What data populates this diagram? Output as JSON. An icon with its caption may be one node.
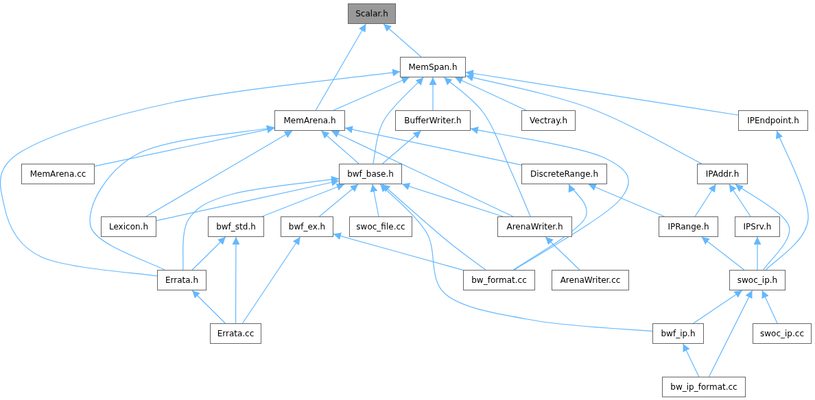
{
  "diagram": {
    "nodes": [
      {
        "text": [
          "Scalar.h"
        ]
      },
      {
        "text": [
          "MemSpan.h"
        ]
      },
      {
        "text": [
          "MemArena.h"
        ]
      },
      {
        "text": [
          "BufferWriter.h"
        ]
      },
      {
        "text": [
          "Vectray.h"
        ]
      },
      {
        "text": [
          "IPEndpoint.h"
        ]
      },
      {
        "text": [
          "MemArena.cc"
        ]
      },
      {
        "text": [
          "bwf_base.h"
        ]
      },
      {
        "text": [
          "DiscreteRange.h"
        ]
      },
      {
        "text": [
          "IPAddr.h"
        ]
      },
      {
        "text": [
          "Lexicon.h"
        ]
      },
      {
        "text": [
          "bwf_std.h"
        ]
      },
      {
        "text": [
          "bwf_ex.h"
        ]
      },
      {
        "text": [
          "swoc_file.cc"
        ]
      },
      {
        "text": [
          "ArenaWriter.h"
        ]
      },
      {
        "text": [
          "IPRange.h"
        ]
      },
      {
        "text": [
          "IPSrv.h"
        ]
      },
      {
        "text": [
          "Errata.h"
        ]
      },
      {
        "text": [
          "bw_format.cc"
        ]
      },
      {
        "text": [
          "ArenaWriter.cc"
        ]
      },
      {
        "text": [
          "swoc_ip.h"
        ]
      },
      {
        "text": [
          "Errata.cc"
        ]
      },
      {
        "text": [
          "bwf_ip.h"
        ]
      },
      {
        "text": [
          "swoc_ip.cc"
        ]
      },
      {
        "text": [
          "bw_ip_format.cc"
        ]
      }
    ],
    "edges": [
      {
        "from": 1,
        "to": 0,
        "arrow": "to"
      },
      {
        "from": 2,
        "to": 0,
        "arrow": "to"
      },
      {
        "from": 2,
        "to": 1,
        "arrow": "to"
      },
      {
        "from": 3,
        "to": 1,
        "arrow": "to"
      },
      {
        "from": 4,
        "to": 1,
        "arrow": "to"
      },
      {
        "from": 5,
        "to": 1,
        "arrow": "to"
      },
      {
        "from": 9,
        "to": 1,
        "arrow": "to"
      },
      {
        "from": 7,
        "to": 1,
        "arrow": "to"
      },
      {
        "from": 14,
        "to": 1,
        "arrow": "to"
      },
      {
        "from": 17,
        "to": 1,
        "arrow": "to"
      },
      {
        "from": 6,
        "to": 2,
        "arrow": "to"
      },
      {
        "from": 10,
        "to": 2,
        "arrow": "to"
      },
      {
        "from": 17,
        "to": 2,
        "arrow": "to"
      },
      {
        "from": 7,
        "to": 2,
        "arrow": "to"
      },
      {
        "from": 14,
        "to": 2,
        "arrow": "to"
      },
      {
        "from": 8,
        "to": 2,
        "arrow": "to"
      },
      {
        "from": 7,
        "to": 3,
        "arrow": "to"
      },
      {
        "from": 18,
        "to": 3,
        "arrow": "to"
      },
      {
        "from": 10,
        "to": 7,
        "arrow": "to"
      },
      {
        "from": 17,
        "to": 7,
        "arrow": "to"
      },
      {
        "from": 11,
        "to": 7,
        "arrow": "to"
      },
      {
        "from": 12,
        "to": 7,
        "arrow": "to"
      },
      {
        "from": 13,
        "to": 7,
        "arrow": "to"
      },
      {
        "from": 14,
        "to": 7,
        "arrow": "to"
      },
      {
        "from": 18,
        "to": 7,
        "arrow": "to"
      },
      {
        "from": 22,
        "to": 7,
        "arrow": "to"
      },
      {
        "from": 15,
        "to": 8,
        "arrow": "to"
      },
      {
        "from": 18,
        "to": 8,
        "arrow": "to"
      },
      {
        "from": 15,
        "to": 9,
        "arrow": "to"
      },
      {
        "from": 16,
        "to": 9,
        "arrow": "to"
      },
      {
        "from": 20,
        "to": 9,
        "arrow": "to"
      },
      {
        "from": 20,
        "to": 5,
        "arrow": "to"
      },
      {
        "from": 17,
        "to": 11,
        "arrow": "to"
      },
      {
        "from": 21,
        "to": 11,
        "arrow": "to"
      },
      {
        "from": 21,
        "to": 12,
        "arrow": "to"
      },
      {
        "from": 18,
        "to": 12,
        "arrow": "to"
      },
      {
        "from": 19,
        "to": 14,
        "arrow": "to"
      },
      {
        "from": 20,
        "to": 15,
        "arrow": "to"
      },
      {
        "from": 20,
        "to": 16,
        "arrow": "to"
      },
      {
        "from": 21,
        "to": 17,
        "arrow": "to"
      },
      {
        "from": 22,
        "to": 20,
        "arrow": "to"
      },
      {
        "from": 23,
        "to": 20,
        "arrow": "to"
      },
      {
        "from": 24,
        "to": 20,
        "arrow": "to"
      },
      {
        "from": 24,
        "to": 22,
        "arrow": "to"
      }
    ]
  }
}
